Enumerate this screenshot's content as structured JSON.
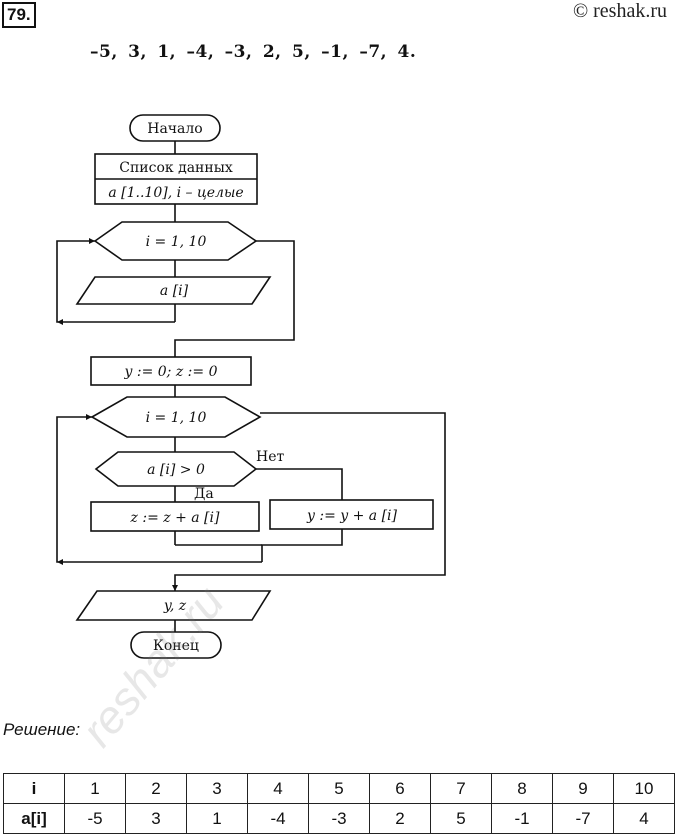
{
  "header": {
    "task_number": "79.",
    "copyright": "© reshak.ru"
  },
  "sequence": "–5,  3,  1,  –4,  –3,  2,  5,  –1,  –7,  4.",
  "flowchart": {
    "start": "Начало",
    "data_list_title": "Список данных",
    "data_list_vars": "a [1..10], i – целые",
    "loop1": "i = 1, 10",
    "input": "a [i]",
    "init": "y := 0; z := 0",
    "loop2": "i = 1, 10",
    "condition": "a [i] > 0",
    "branch_no": "Нет",
    "branch_yes": "Да",
    "assign_z": "z := z + a [i]",
    "assign_y": "y := y + a [i]",
    "output": "y, z",
    "end": "Конец"
  },
  "solution": {
    "label": "Решение:",
    "table": {
      "row_i_label": "i",
      "row_a_label": "a[i]",
      "i": [
        "1",
        "2",
        "3",
        "4",
        "5",
        "6",
        "7",
        "8",
        "9",
        "10"
      ],
      "a": [
        "-5",
        "3",
        "1",
        "-4",
        "-3",
        "2",
        "5",
        "-1",
        "-7",
        "4"
      ]
    }
  },
  "watermark": "reshak.ru"
}
